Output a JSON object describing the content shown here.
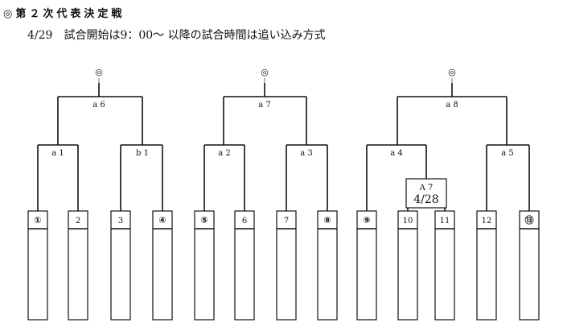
{
  "header": {
    "title": "◎第２次代表決定戦",
    "subtitle": "4/29　試合開始は9：00～ 以降の試合時間は追い込み方式"
  },
  "finals": [
    {
      "label": "a 6",
      "mark": "◎"
    },
    {
      "label": "a 7",
      "mark": "◎"
    },
    {
      "label": "a 8",
      "mark": "◎"
    }
  ],
  "matches": [
    "a 1",
    "b 1",
    "a 2",
    "a 3",
    "a 4",
    "a 5"
  ],
  "prelim": {
    "label": "A 7",
    "date": "4/28"
  },
  "teams": [
    {
      "num": "①",
      "seed": true
    },
    {
      "num": "2",
      "seed": false
    },
    {
      "num": "3",
      "seed": false
    },
    {
      "num": "④",
      "seed": true
    },
    {
      "num": "⑤",
      "seed": true
    },
    {
      "num": "6",
      "seed": false
    },
    {
      "num": "7",
      "seed": false
    },
    {
      "num": "⑧",
      "seed": true
    },
    {
      "num": "⑨",
      "seed": true
    },
    {
      "num": "10",
      "seed": false
    },
    {
      "num": "11",
      "seed": false
    },
    {
      "num": "12",
      "seed": false
    },
    {
      "num": "⑬",
      "seed": true
    }
  ]
}
